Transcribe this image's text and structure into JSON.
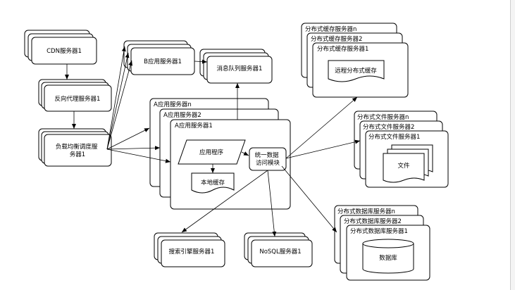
{
  "nodes": {
    "cdn": "CDN服务器1",
    "reverse_proxy": "反向代理服务器1",
    "load_balancer": "负载均衡调度服务器1",
    "b_app": "B应用服务器1",
    "message_queue": "消息队列服务器1",
    "a_app_n": "A应用服务器n",
    "a_app_2": "A应用服务器2",
    "a_app_1": "A应用服务器1",
    "application": "应用程序",
    "local_cache": "本地缓存",
    "data_access": "统一数据访问模块",
    "cache_n": "分布式缓存服务器n",
    "cache_2": "分布式缓存服务器2",
    "cache_1": "分布式缓存服务器1",
    "remote_cache": "远程分布式缓存",
    "file_n": "分布式文件服务器n",
    "file_2": "分布式文件服务器2",
    "file_1": "分布式文件服务器1",
    "file_doc": "文件",
    "db_n": "分布式数据库服务器n",
    "db_2": "分布式数据库服务器2",
    "db_1": "分布式数据库服务器1",
    "database": "数据库",
    "search": "搜索引擎服务器1",
    "nosql": "NoSQL服务器1"
  }
}
